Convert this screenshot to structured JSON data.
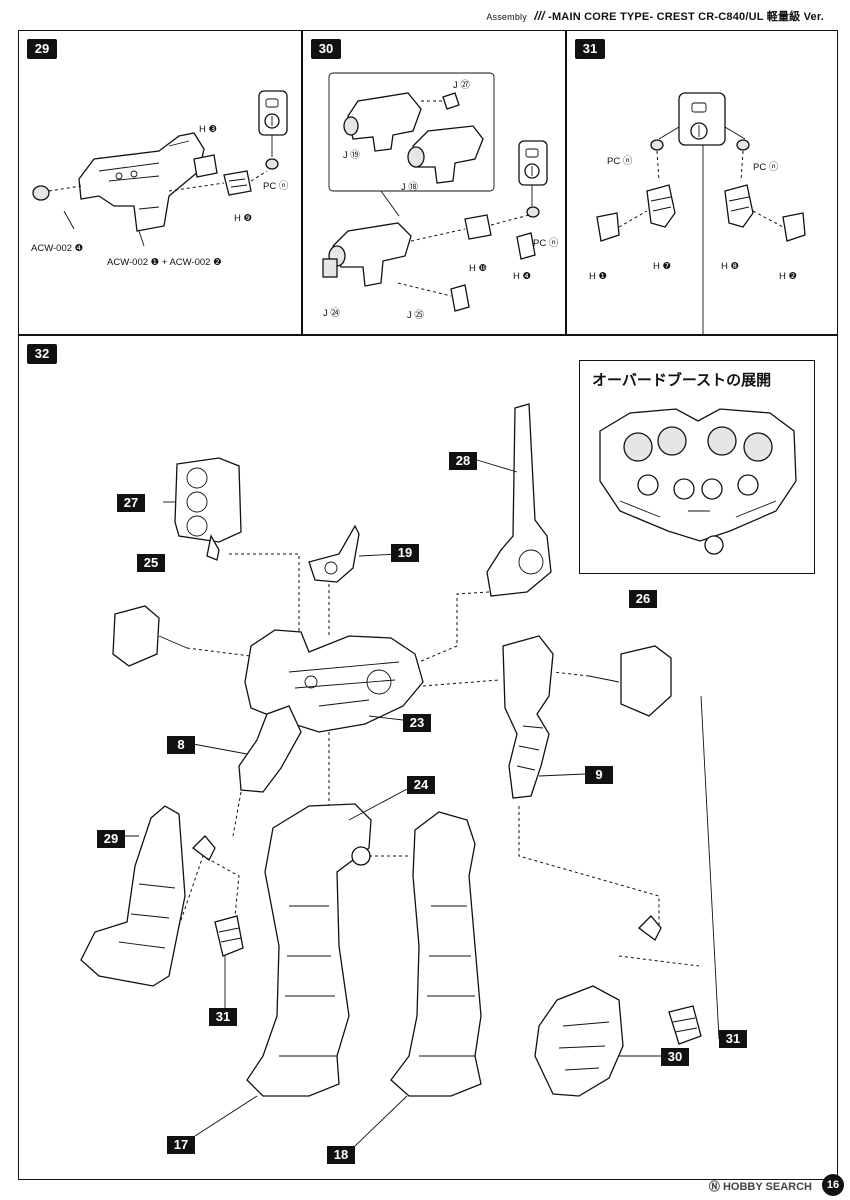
{
  "header": {
    "assembly": "Assembly",
    "logo": "///",
    "title": "-MAIN CORE TYPE- CREST CR-C840/UL 軽量級 Ver."
  },
  "steps": {
    "s29": {
      "number": "29",
      "labels": {
        "h3": "H ❸",
        "h9": "H ❾",
        "pcn": "PC ⓝ",
        "acw4": "ACW-002 ❹",
        "acw12": "ACW-002 ❶ + ACW-002 ❷"
      }
    },
    "s30": {
      "number": "30",
      "labels": {
        "j27": "J ㉗",
        "j19": "J ⑲",
        "j18": "J ⑱",
        "pcn": "PC ⓝ",
        "h10": "H ❿",
        "h4": "H ❹",
        "j24": "J ㉔",
        "j25": "J ㉕"
      }
    },
    "s31": {
      "number": "31",
      "labels": {
        "pcn_left": "PC ⓝ",
        "pcn_right": "PC ⓝ",
        "h1": "H ❶",
        "h7": "H ❼",
        "h8": "H ❽",
        "h2": "H ❷"
      }
    },
    "s32": {
      "number": "32",
      "inset_title": "オーバードブーストの展開",
      "callouts": {
        "c27": "27",
        "c25": "25",
        "c19": "19",
        "c28": "28",
        "c26": "26",
        "c23": "23",
        "c8": "8",
        "c9": "9",
        "c24": "24",
        "c29": "29",
        "c31a": "31",
        "c31b": "31",
        "c30": "30",
        "c17": "17",
        "c18": "18"
      }
    }
  },
  "footer": {
    "watermark": "Ⓝ HOBBY SEARCH",
    "page": "16"
  }
}
